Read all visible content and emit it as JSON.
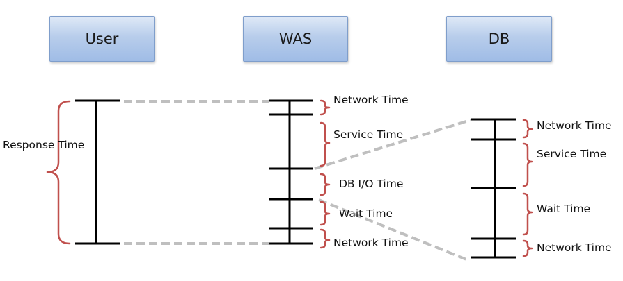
{
  "boxes": {
    "user": "User",
    "was": "WAS",
    "db": "DB"
  },
  "labels": {
    "response_time": "Response Time",
    "was_network_top": "Network Time",
    "was_service": "Service Time",
    "was_dbio": "DB I/O Time",
    "was_wait": "Wait Time",
    "was_network_bottom": "Network Time",
    "db_network_top": "Network Time",
    "db_service": "Service Time",
    "db_wait": "Wait Time",
    "db_network_bottom": "Network Time"
  },
  "colors": {
    "line": "#000000",
    "bracket": "#c0504d",
    "dash": "#bfbfbf",
    "box": "#b8cdeb"
  }
}
